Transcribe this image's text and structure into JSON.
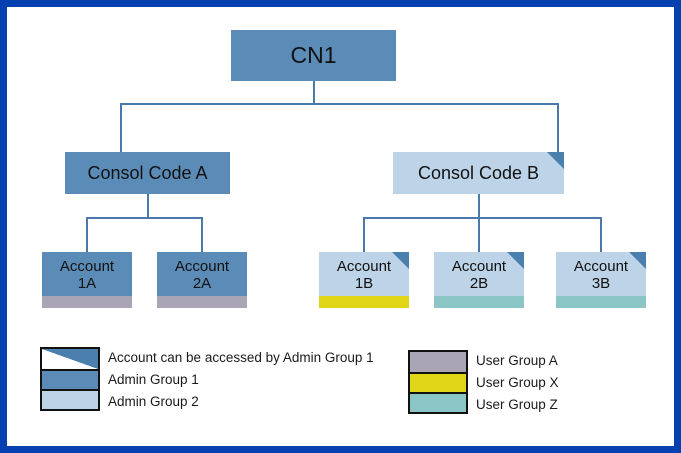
{
  "frame": {
    "border_color": "#0540b0",
    "background": "#ffffff"
  },
  "palette": {
    "admin_group_1": "#5b8cb8",
    "admin_group_2": "#bdd3e8",
    "corner_flag": "#4a7fae",
    "connector": "#4a7aab",
    "user_group_a": "#a9a5b5",
    "user_group_x": "#e0d617",
    "user_group_z": "#8cc5c5",
    "swatch_border": "#111111"
  },
  "tree": {
    "root": {
      "label": "CN1",
      "fill": "admin_group_1",
      "has_admin1_flag": false
    },
    "consol_codes": [
      {
        "name": "consol-code-a",
        "label": "Consol Code A",
        "fill": "admin_group_1",
        "has_admin1_flag": false
      },
      {
        "name": "consol-code-b",
        "label": "Consol Code B",
        "fill": "admin_group_2",
        "has_admin1_flag": true
      }
    ],
    "accounts": [
      {
        "name": "account-1a",
        "label": "Account\n1A",
        "fill": "admin_group_1",
        "has_admin1_flag": false,
        "user_group": "User Group A",
        "band_color": "#a9a5b5"
      },
      {
        "name": "account-2a",
        "label": "Account\n2A",
        "fill": "admin_group_1",
        "has_admin1_flag": false,
        "user_group": "User Group A",
        "band_color": "#a9a5b5"
      },
      {
        "name": "account-1b",
        "label": "Account\n1B",
        "fill": "admin_group_2",
        "has_admin1_flag": true,
        "user_group": "User Group X",
        "band_color": "#e0d617"
      },
      {
        "name": "account-2b",
        "label": "Account\n2B",
        "fill": "admin_group_2",
        "has_admin1_flag": true,
        "user_group": "User Group Z",
        "band_color": "#8cc5c5"
      },
      {
        "name": "account-3b",
        "label": "Account\n3B",
        "fill": "admin_group_2",
        "has_admin1_flag": true,
        "user_group": "User Group Z",
        "band_color": "#8cc5c5"
      }
    ]
  },
  "legend": {
    "admin": {
      "items": [
        {
          "label": "Account can be accessed by Admin Group 1",
          "swatch": "split-white-blue"
        },
        {
          "label": "Admin Group 1",
          "swatch": "#5b8cb8"
        },
        {
          "label": "Admin Group 2",
          "swatch": "#bdd3e8"
        }
      ]
    },
    "user": {
      "items": [
        {
          "label": "User Group A",
          "swatch": "#a9a5b5"
        },
        {
          "label": "User Group X",
          "swatch": "#e0d617"
        },
        {
          "label": "User Group Z",
          "swatch": "#8cc5c5"
        }
      ]
    }
  }
}
